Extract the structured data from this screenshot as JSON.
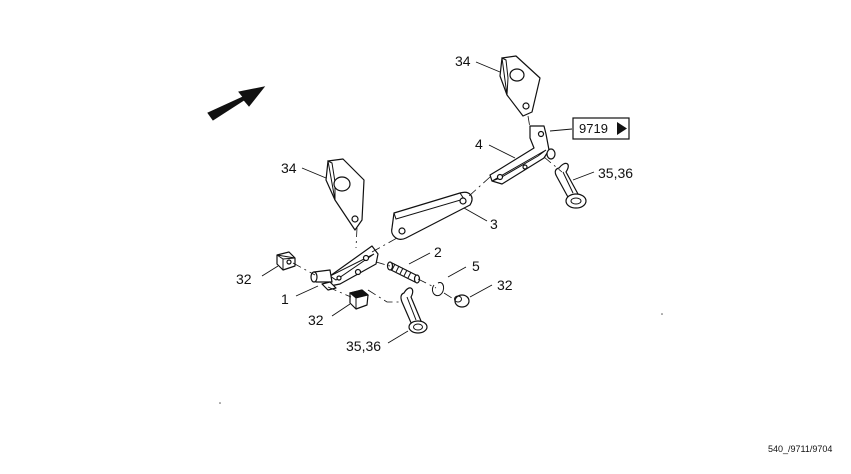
{
  "callouts": {
    "c34_top": "34",
    "c34_left": "34",
    "c4": "4",
    "c3": "3",
    "c2": "2",
    "c5": "5",
    "c32_top": "32",
    "c32_right": "32",
    "c32_bottom": "32",
    "c1": "1",
    "c3536_right": "35,36",
    "c3536_bottom": "35,36"
  },
  "reference": {
    "label": "9719"
  },
  "footer": {
    "code": "540_/9711/9704"
  },
  "icons": {
    "direction": "arrow-icon",
    "reference": "triangle-play-icon"
  }
}
